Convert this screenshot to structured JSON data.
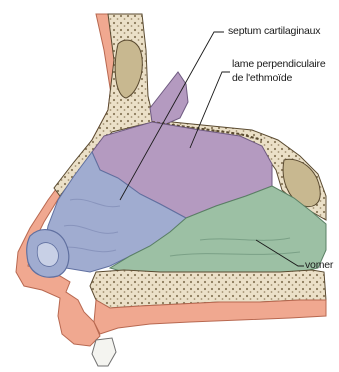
{
  "labels": {
    "septum_cartilage": "septum cartilaginaux",
    "perpendicular_plate_line1": "lame perpendiculaire",
    "perpendicular_plate_line2": "de l'ethmoïde",
    "vomer": "vomer"
  },
  "colors": {
    "septum_cartilage": "#a0acd0",
    "perpendicular_plate": "#b49ac0",
    "vomer": "#9cc0a4",
    "bone": "#ebe0c8",
    "skin": "#f0a890"
  }
}
